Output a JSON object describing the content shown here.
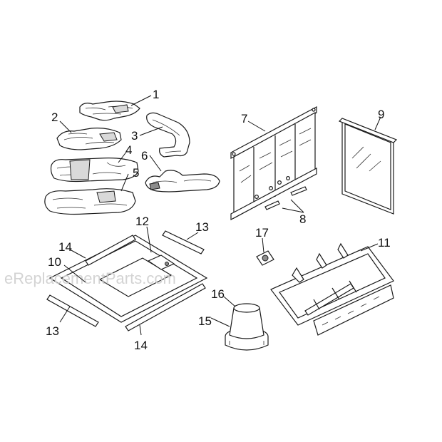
{
  "watermark": "eReplacementParts.com",
  "callouts": {
    "c1": "1",
    "c2": "2",
    "c3": "3",
    "c4": "4",
    "c5": "5",
    "c6": "6",
    "c7": "7",
    "c8": "8",
    "c9": "9",
    "c10": "10",
    "c11": "11",
    "c12": "12",
    "c13a": "13",
    "c13b": "13",
    "c14a": "14",
    "c14b": "14",
    "c15": "15",
    "c16": "16",
    "c17": "17"
  }
}
